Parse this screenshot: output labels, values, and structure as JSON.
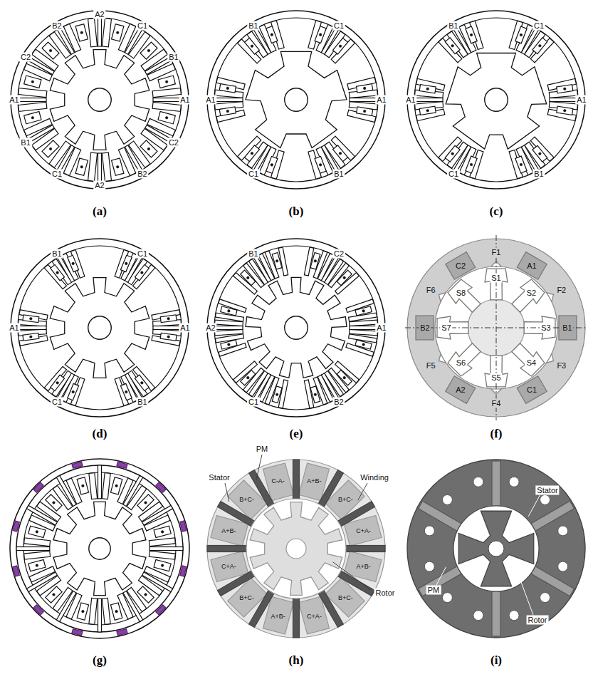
{
  "diagram": {
    "labels": [
      "A2",
      "C1",
      "B1",
      "A1",
      "C2",
      "B2",
      "A2",
      "C1",
      "B1",
      "A1",
      "C2",
      "B2",
      "(a)",
      "B1",
      "C1",
      "A1",
      "B1",
      "C1",
      "A1",
      "(b)",
      "B1",
      "C1",
      "A1",
      "B1",
      "C1",
      "A1",
      "(c)",
      "B1",
      "C1",
      "A1",
      "B1",
      "C1",
      "A1",
      "(d)",
      "B1",
      "C2",
      "A1",
      "B2",
      "C1",
      "A2",
      "(e)",
      "F1",
      "C2",
      "A1",
      "S1",
      "S8",
      "S2",
      "F6",
      "F2",
      "B2",
      "S7",
      "S3",
      "B1",
      "F5",
      "F3",
      "S6",
      "S4",
      "A2",
      "C1",
      "S5",
      "F4",
      "(f)",
      "(g)",
      "C-A-",
      "A+B-",
      "B+C-",
      "C+A-",
      "A+B-",
      "B+C-",
      "C+A-",
      "A+B-",
      "B+C-",
      "C+A-",
      "A+B-",
      "B+C-",
      "PM",
      "Stator",
      "Winding",
      "Rotor",
      "(h)",
      "Stator",
      "PM",
      "Rotor",
      "(i)"
    ]
  }
}
